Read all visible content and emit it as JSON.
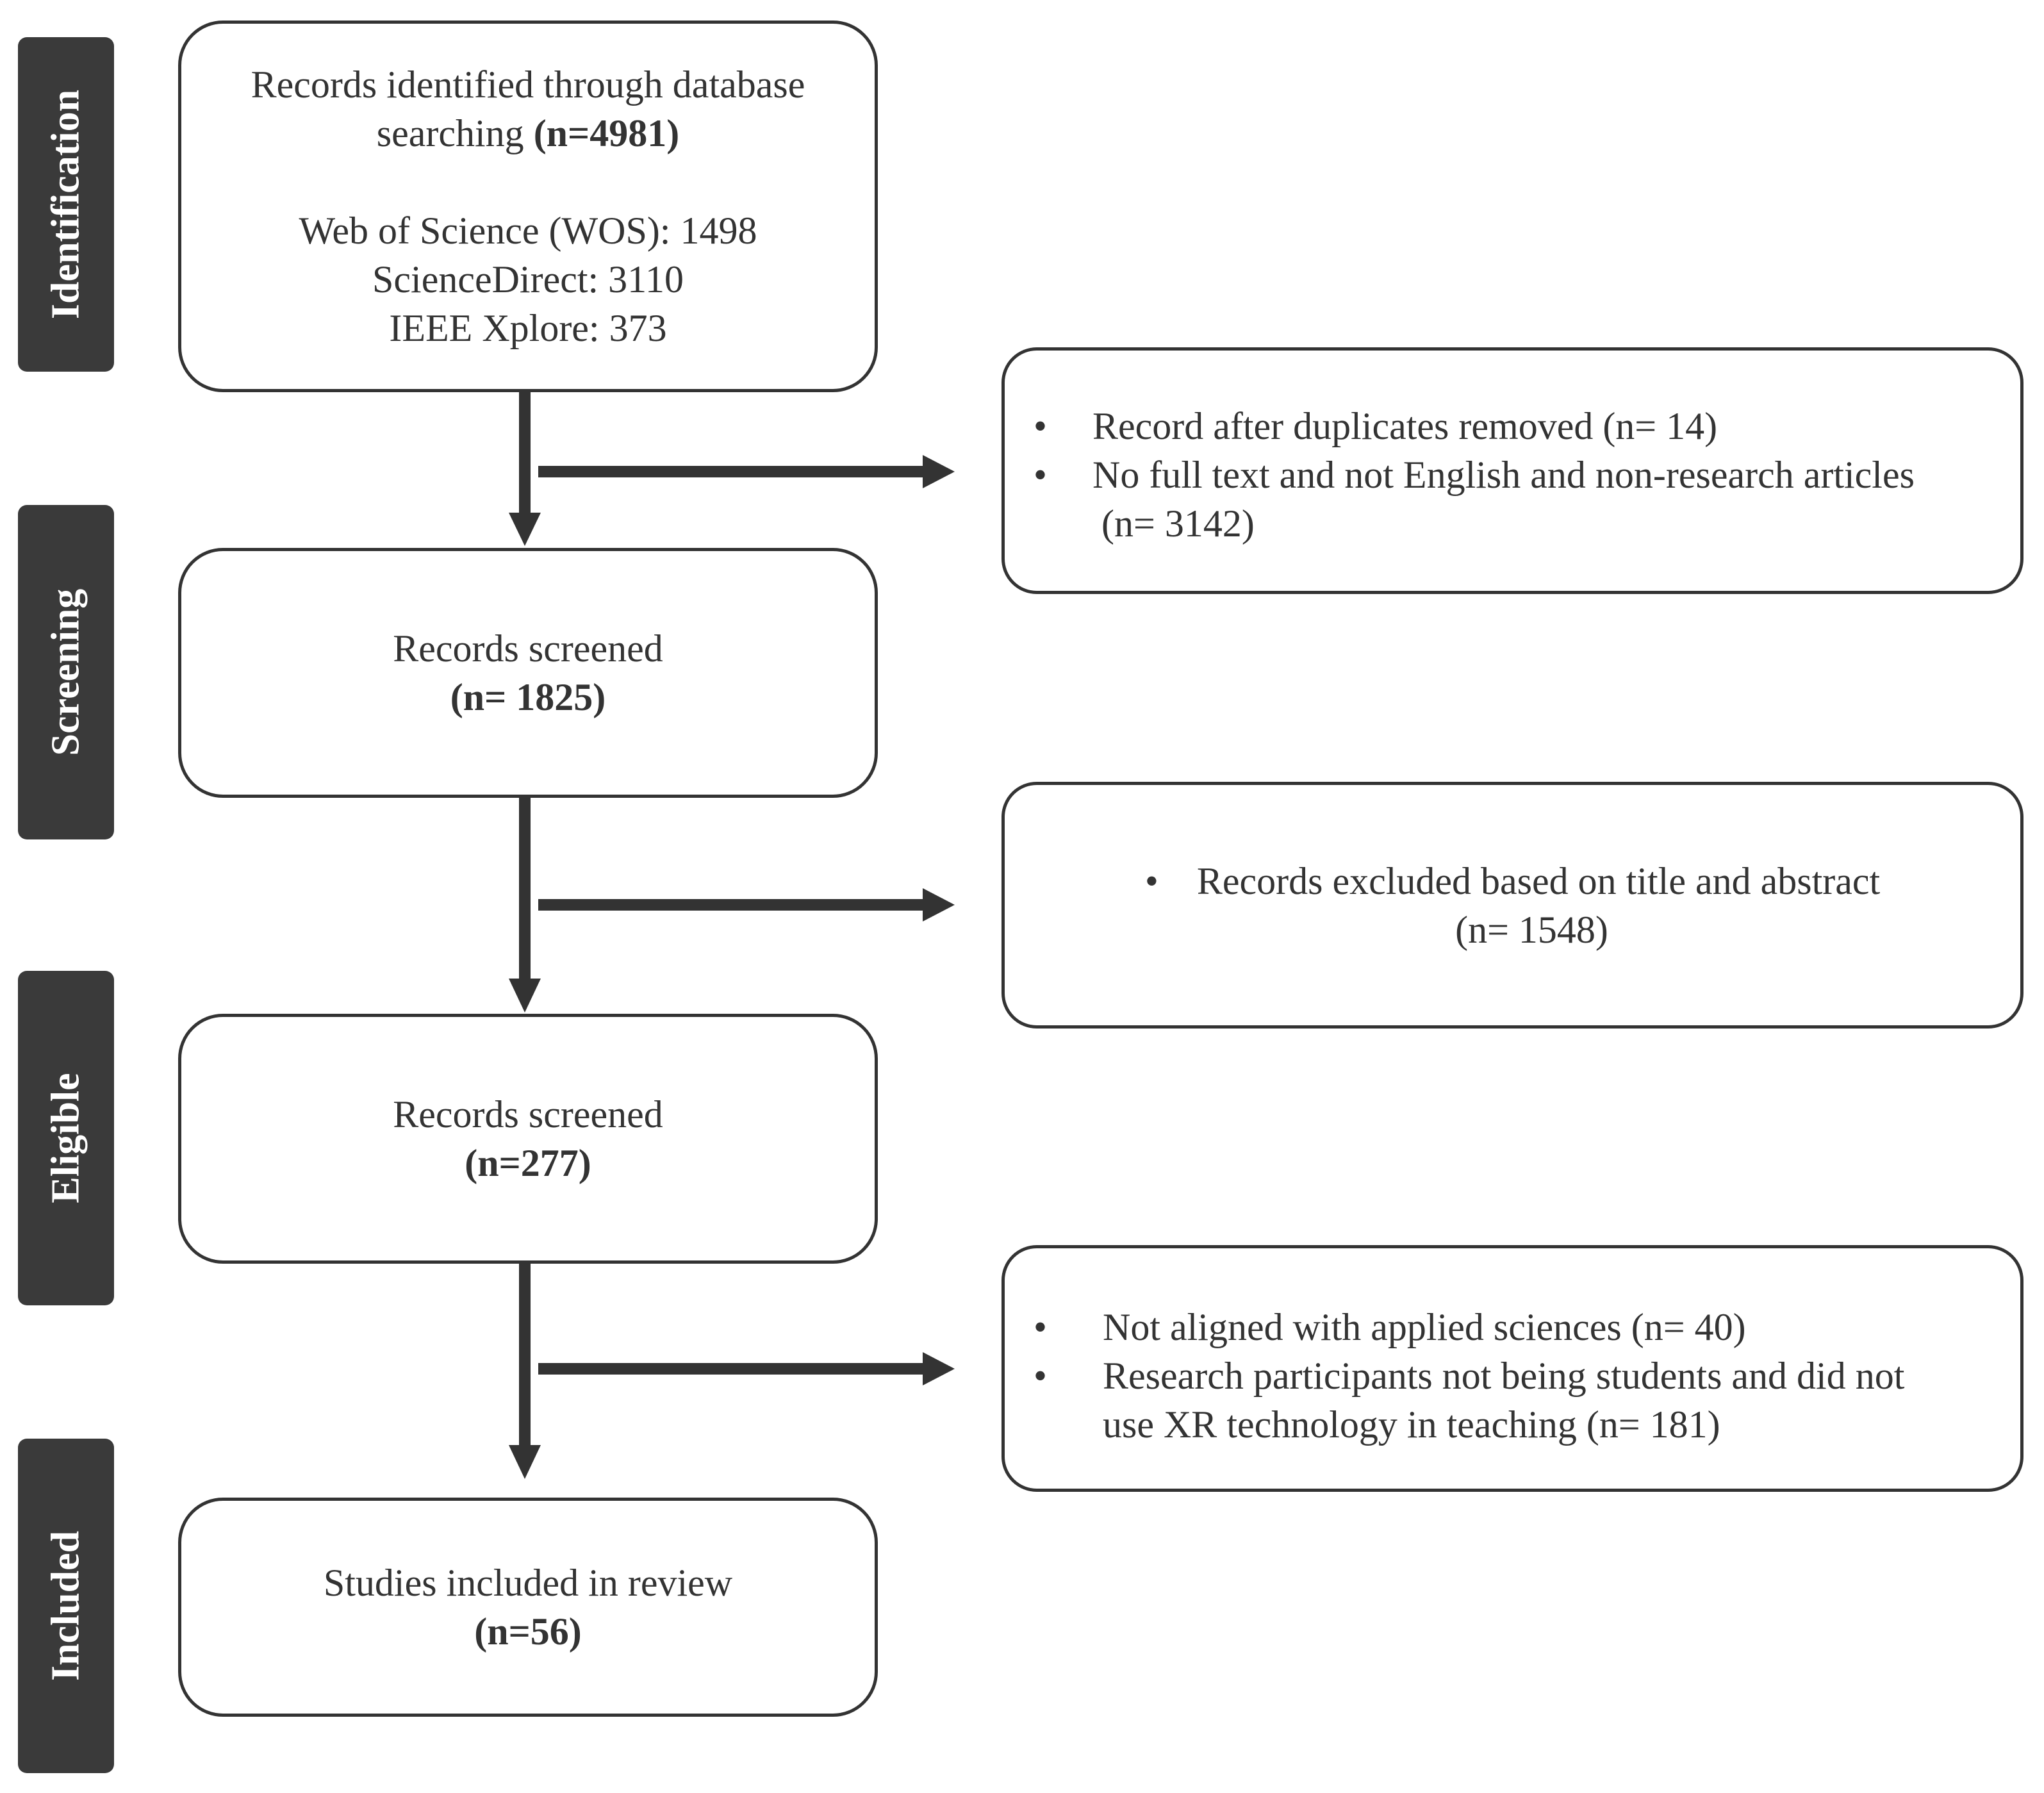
{
  "stages": [
    "Identification",
    "Screening",
    "Eligible",
    "Included"
  ],
  "identification": {
    "line1": "Records identified through database",
    "line2_text": "searching ",
    "line2_count": "(n=4981)",
    "sources": [
      "Web of Science (WOS): 1498",
      "ScienceDirect: 3110",
      "IEEE Xplore: 373"
    ]
  },
  "screening": {
    "label": "Records screened",
    "count": "(n= 1825)"
  },
  "eligible": {
    "label": "Records screened",
    "count": "(n=277)"
  },
  "included": {
    "label": "Studies included in review",
    "count": "(n=56)"
  },
  "exclusion1": {
    "item1": "Record after duplicates removed (n= 14)",
    "item2_line1": "No full text and not English and non-research articles",
    "item2_line2": "(n= 3142)"
  },
  "exclusion2": {
    "item1_line1": "Records excluded based on title and abstract",
    "item1_line2": "(n= 1548)"
  },
  "exclusion3": {
    "item1": "Not aligned with applied sciences (n= 40)",
    "item2_line1": "Research participants not being students and did not",
    "item2_line2": "use XR technology in teaching (n= 181)"
  }
}
